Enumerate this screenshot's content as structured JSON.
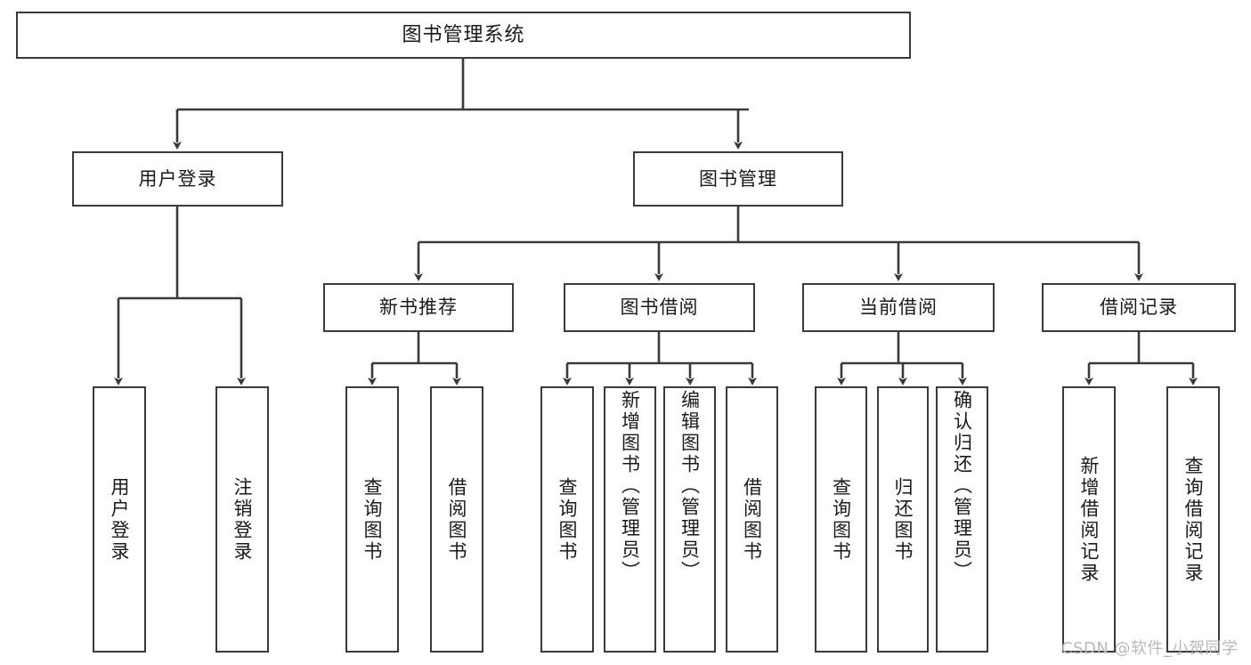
{
  "diagram": {
    "title": "图书管理系统",
    "type": "tree",
    "watermark": "CSDN @软件_小贺同学",
    "colors": {
      "box_border": "#3a3a3a",
      "box_fill": "#ffffff",
      "edge": "#3a3a3a",
      "text": "#1a1a1a",
      "watermark": "#b9b9b9"
    }
  },
  "nodes": {
    "root": {
      "label": "图书管理系统"
    },
    "level2": [
      {
        "id": "user-login",
        "label": "用户登录"
      },
      {
        "id": "book-management",
        "label": "图书管理"
      }
    ],
    "level3": [
      {
        "id": "new-book-recommend",
        "label": "新书推荐"
      },
      {
        "id": "book-borrow",
        "label": "图书借阅"
      },
      {
        "id": "current-borrow",
        "label": "当前借阅"
      },
      {
        "id": "borrow-record",
        "label": "借阅记录"
      }
    ],
    "leaves": {
      "user_login": [
        {
          "id": "leaf-user-login",
          "label": "用户登录"
        },
        {
          "id": "leaf-logout-login",
          "label": "注销登录"
        }
      ],
      "new_book_recommend": [
        {
          "id": "leaf-query-book-1",
          "label": "查询图书"
        },
        {
          "id": "leaf-borrow-book-1",
          "label": "借阅图书"
        }
      ],
      "book_borrow": [
        {
          "id": "leaf-query-book-2",
          "label": "查询图书"
        },
        {
          "id": "leaf-add-book-admin",
          "label": "新增图书（管理员）"
        },
        {
          "id": "leaf-edit-book-admin",
          "label": "编辑图书（管理员）"
        },
        {
          "id": "leaf-borrow-book-2",
          "label": "借阅图书"
        }
      ],
      "current_borrow": [
        {
          "id": "leaf-query-book-3",
          "label": "查询图书"
        },
        {
          "id": "leaf-return-book",
          "label": "归还图书"
        },
        {
          "id": "leaf-confirm-return-admin",
          "label": "确认归还（管理员）"
        }
      ],
      "borrow_record": [
        {
          "id": "leaf-add-borrow-record",
          "label": "新增借阅记录"
        },
        {
          "id": "leaf-query-borrow-record",
          "label": "查询借阅记录"
        }
      ]
    }
  }
}
